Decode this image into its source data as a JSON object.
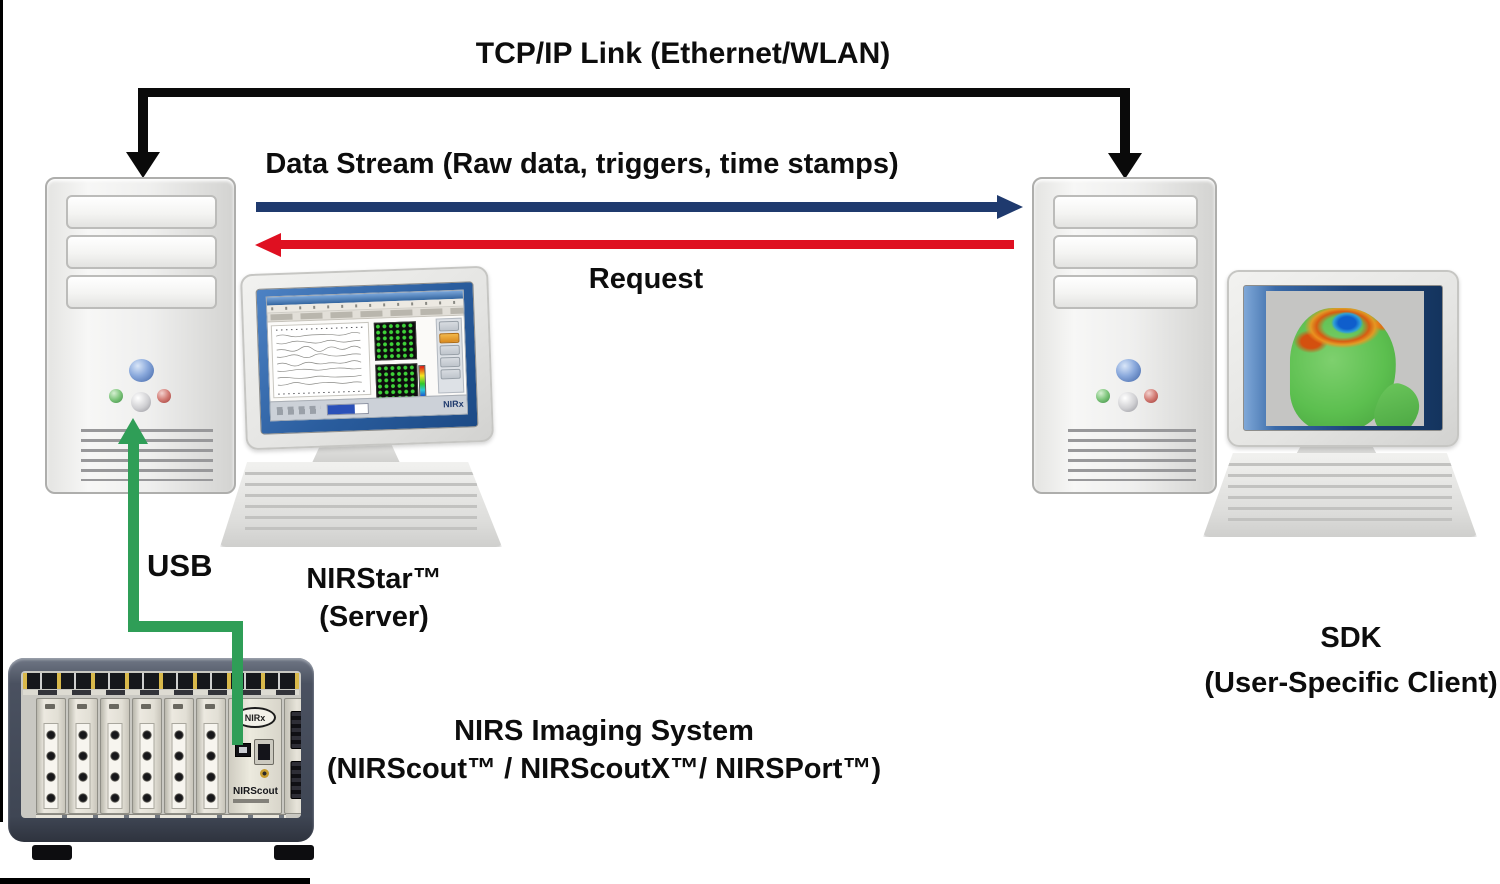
{
  "diagram": {
    "links": {
      "tcp": "TCP/IP Link (Ethernet/WLAN)",
      "data_stream": "Data Stream (Raw data, triggers, time stamps)",
      "request": "Request",
      "usb": "USB"
    },
    "nodes": {
      "server": {
        "line1": "NIRStar™",
        "line2": "(Server)"
      },
      "client": {
        "line1": "SDK",
        "line2": "(User-Specific Client)"
      },
      "imaging": {
        "line1": "NIRS Imaging System",
        "line2": "(NIRScout™ / NIRScoutX™/ NIRSPort™)"
      }
    },
    "device": {
      "brand": "NIRScout",
      "logo": "NIRx"
    },
    "software": {
      "logo": "NIRx"
    },
    "colors": {
      "tcp_link": "#0a0a0a",
      "data_stream_arrow": "#1f3a6e",
      "request_arrow": "#df1021",
      "usb_cable": "#2f9e57"
    }
  }
}
